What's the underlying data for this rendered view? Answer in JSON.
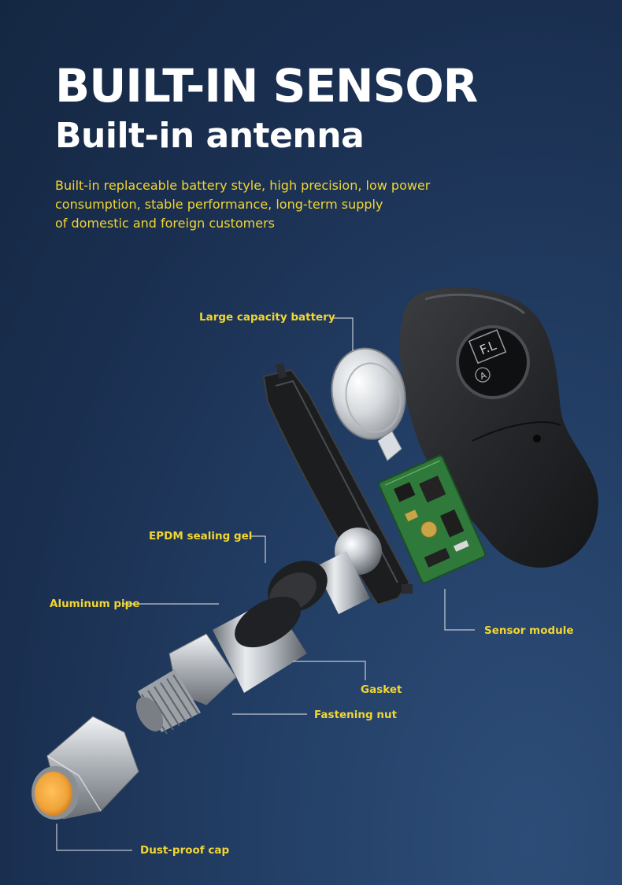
{
  "headline": "BUILT-IN SENSOR",
  "subheadline": "Built-in antenna",
  "description": [
    "Built-in replaceable battery style, high precision, low power",
    "consumption, stable performance, long-term supply",
    "of domestic and foreign customers"
  ],
  "labels": {
    "battery": "Large capacity battery",
    "sealing_gel": "EPDM sealing gel",
    "aluminum_pipe": "Aluminum pipe",
    "sensor_module": "Sensor module",
    "gasket": "Gasket",
    "fastening_nut": "Fastening nut",
    "dust_cap": "Dust-proof cap"
  },
  "housing_logo": {
    "brand": "F.L",
    "mark": "A"
  },
  "colors": {
    "accent_yellow": "#f2d631",
    "heading_white": "#ffffff",
    "cap_orange": "#f0a23a",
    "pcb_green": "#2f7a3a"
  }
}
